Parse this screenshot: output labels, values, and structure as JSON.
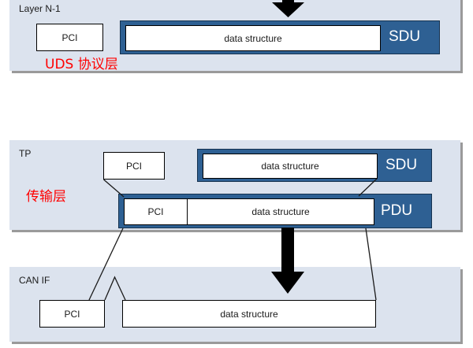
{
  "diagram": {
    "title_hidden": "",
    "colors": {
      "panel_bg": "#dce3ee",
      "blue": "#2e6093",
      "blue_border": "#15324f",
      "annotation_red": "#ff0000",
      "box_fill": "#ffffff",
      "box_border": "#000000",
      "arrow": "#000000"
    }
  },
  "layers": [
    {
      "id": "layer-n-1",
      "title": "Layer N-1",
      "annotation": "UDS 协议层",
      "pci": "PCI",
      "data_structure": "data structure",
      "unit_label": "SDU"
    },
    {
      "id": "tp",
      "title": "TP",
      "annotation": "传输层",
      "pci_top": "PCI",
      "sdu_data_structure": "data structure",
      "sdu_label": "SDU",
      "pdu_pci": "PCI",
      "pdu_data_structure": "data structure",
      "pdu_label": "PDU"
    },
    {
      "id": "can-if",
      "title": "CAN IF",
      "pci": "PCI",
      "data_structure": "data structure"
    }
  ]
}
